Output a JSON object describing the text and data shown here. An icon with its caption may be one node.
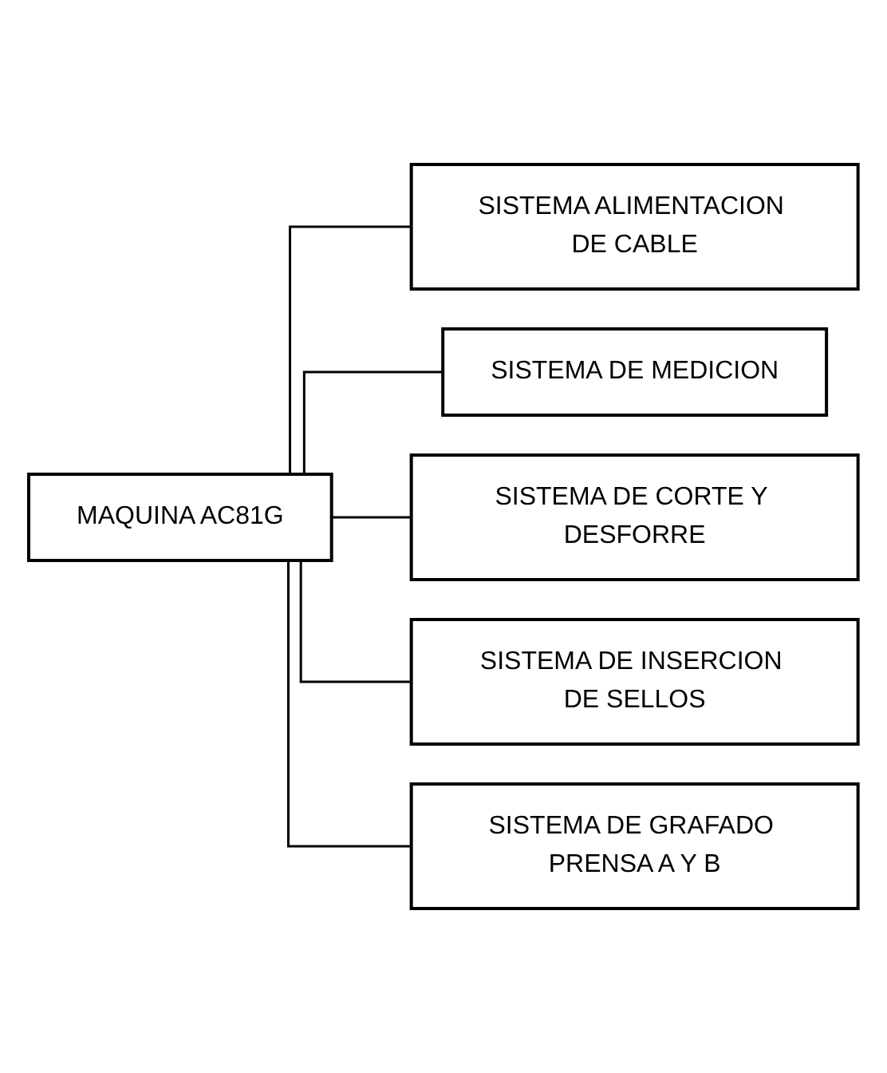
{
  "diagram": {
    "nodes": [
      {
        "text": [
          "MAQUINA AC81G"
        ]
      },
      {
        "text": [
          "SISTEMA ALIMENTACION DE CABLE"
        ]
      },
      {
        "text": [
          "SISTEMA DE MEDICION"
        ]
      },
      {
        "text": [
          "SISTEMA DE CORTE Y DESFORRE"
        ]
      },
      {
        "text": [
          "SISTEMA DE INSERCION DE SELLOS"
        ]
      },
      {
        "text": [
          "SISTEMA DE GRAFADO PRENSA A Y B"
        ]
      }
    ],
    "edges": [
      {
        "from": 0,
        "to": 1,
        "arrow": "none"
      },
      {
        "from": 0,
        "to": 2,
        "arrow": "none"
      },
      {
        "from": 0,
        "to": 3,
        "arrow": "none"
      },
      {
        "from": 0,
        "to": 4,
        "arrow": "none"
      },
      {
        "from": 0,
        "to": 5,
        "arrow": "none"
      }
    ]
  }
}
